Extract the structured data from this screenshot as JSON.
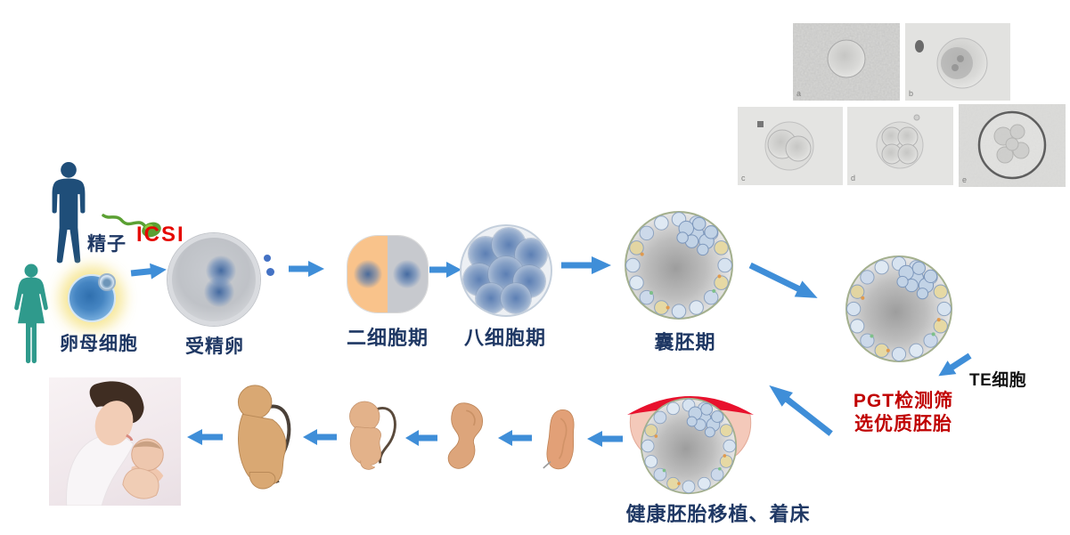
{
  "labels": {
    "sperm": "精子",
    "icsi": "ICSI",
    "oocyte": "卵母细胞",
    "zygote": "受精卵",
    "two_cell": "二细胞期",
    "eight_cell": "八细胞期",
    "blastocyst": "囊胚期",
    "te_cell": "TE细胞",
    "pgt_line1": "PGT检测筛",
    "pgt_line2": "选优质胚胎",
    "implantation": "健康胚胎移植、着床"
  },
  "micrographs": {
    "letters": [
      "a",
      "b",
      "c",
      "d",
      "e"
    ]
  },
  "colors": {
    "arrow_blue": "#3f8ed8",
    "label_navy": "#1f3864",
    "icsi_red": "#e50800",
    "pgt_red": "#c00000",
    "man_blue": "#1f4e79",
    "woman_teal": "#2f9a8c",
    "sperm_green": "#5ba033",
    "oocyte_blue": "#4585c2",
    "oocyte_glow": "#f5e282",
    "two_cell_orange": "#f9c38b",
    "cell_gray": "#c7c9ce",
    "endometrium_red": "#e8112d",
    "tissue_pink": "#f4c9ba"
  }
}
